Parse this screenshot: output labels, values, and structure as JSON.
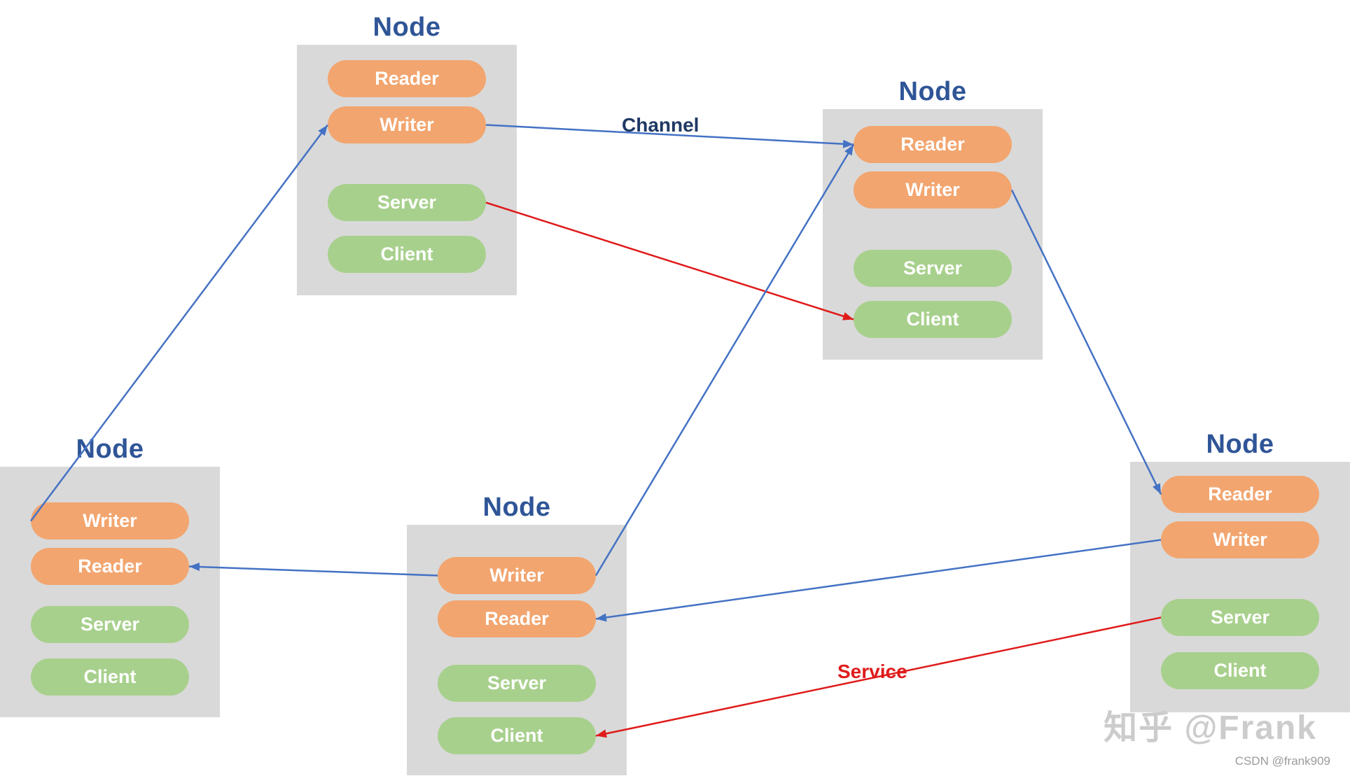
{
  "nodes": [
    {
      "title": "Node",
      "pills": [
        {
          "label": "Reader",
          "kind": "orange"
        },
        {
          "label": "Writer",
          "kind": "orange"
        },
        {
          "label": "Server",
          "kind": "green"
        },
        {
          "label": "Client",
          "kind": "green"
        }
      ]
    },
    {
      "title": "Node",
      "pills": [
        {
          "label": "Reader",
          "kind": "orange"
        },
        {
          "label": "Writer",
          "kind": "orange"
        },
        {
          "label": "Server",
          "kind": "green"
        },
        {
          "label": "Client",
          "kind": "green"
        }
      ]
    },
    {
      "title": "Node",
      "pills": [
        {
          "label": "Writer",
          "kind": "orange"
        },
        {
          "label": "Reader",
          "kind": "orange"
        },
        {
          "label": "Server",
          "kind": "green"
        },
        {
          "label": "Client",
          "kind": "green"
        }
      ]
    },
    {
      "title": "Node",
      "pills": [
        {
          "label": "Writer",
          "kind": "orange"
        },
        {
          "label": "Reader",
          "kind": "orange"
        },
        {
          "label": "Server",
          "kind": "green"
        },
        {
          "label": "Client",
          "kind": "green"
        }
      ]
    },
    {
      "title": "Node",
      "pills": [
        {
          "label": "Reader",
          "kind": "orange"
        },
        {
          "label": "Writer",
          "kind": "orange"
        },
        {
          "label": "Server",
          "kind": "green"
        },
        {
          "label": "Client",
          "kind": "green"
        }
      ]
    }
  ],
  "labels": {
    "channel": "Channel",
    "service": "Service"
  },
  "edges": [
    {
      "from": "0.writer",
      "to": "1.reader",
      "type": "channel"
    },
    {
      "from": "0.server",
      "to": "1.client",
      "type": "service"
    },
    {
      "from": "2.writer",
      "to": "0.writer",
      "type": "channel",
      "from_anchor": "left"
    },
    {
      "from": "3.writer",
      "to": "1.reader",
      "type": "channel"
    },
    {
      "from": "3.writer",
      "to": "2.reader",
      "type": "channel"
    },
    {
      "from": "1.writer",
      "to": "4.reader",
      "type": "channel"
    },
    {
      "from": "4.writer",
      "to": "3.reader",
      "type": "channel"
    },
    {
      "from": "4.server",
      "to": "3.client",
      "type": "service"
    }
  ],
  "colors": {
    "node_box": "#d9d9d9",
    "pill_orange": "#f2a56f",
    "pill_green": "#a8d08d",
    "title_blue": "#2f5597",
    "arrow_blue": "#4472c4",
    "arrow_red": "#e01b1b",
    "channel_label": "#1f3864",
    "service_label": "#e01b1b"
  },
  "watermarks": {
    "zhihu": "知乎 @Frank",
    "csdn": "CSDN @frank909"
  }
}
